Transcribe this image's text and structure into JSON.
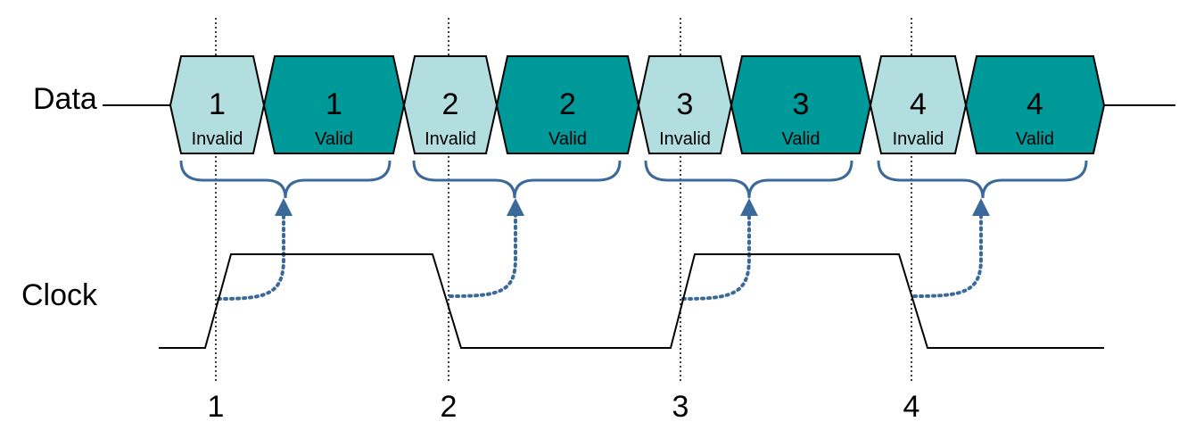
{
  "labels": {
    "data": "Data",
    "clock": "Clock"
  },
  "segments": [
    {
      "number": "1",
      "state": "Invalid"
    },
    {
      "number": "1",
      "state": "Valid"
    },
    {
      "number": "2",
      "state": "Invalid"
    },
    {
      "number": "2",
      "state": "Valid"
    },
    {
      "number": "3",
      "state": "Invalid"
    },
    {
      "number": "3",
      "state": "Valid"
    },
    {
      "number": "4",
      "state": "Invalid"
    },
    {
      "number": "4",
      "state": "Valid"
    }
  ],
  "edges": [
    "1",
    "2",
    "3",
    "4"
  ],
  "colors": {
    "invalid_fill": "#b3dee0",
    "valid_fill": "#009999",
    "brace": "#3b6a9a",
    "arrow": "#3b6a9a",
    "line": "#000000"
  }
}
